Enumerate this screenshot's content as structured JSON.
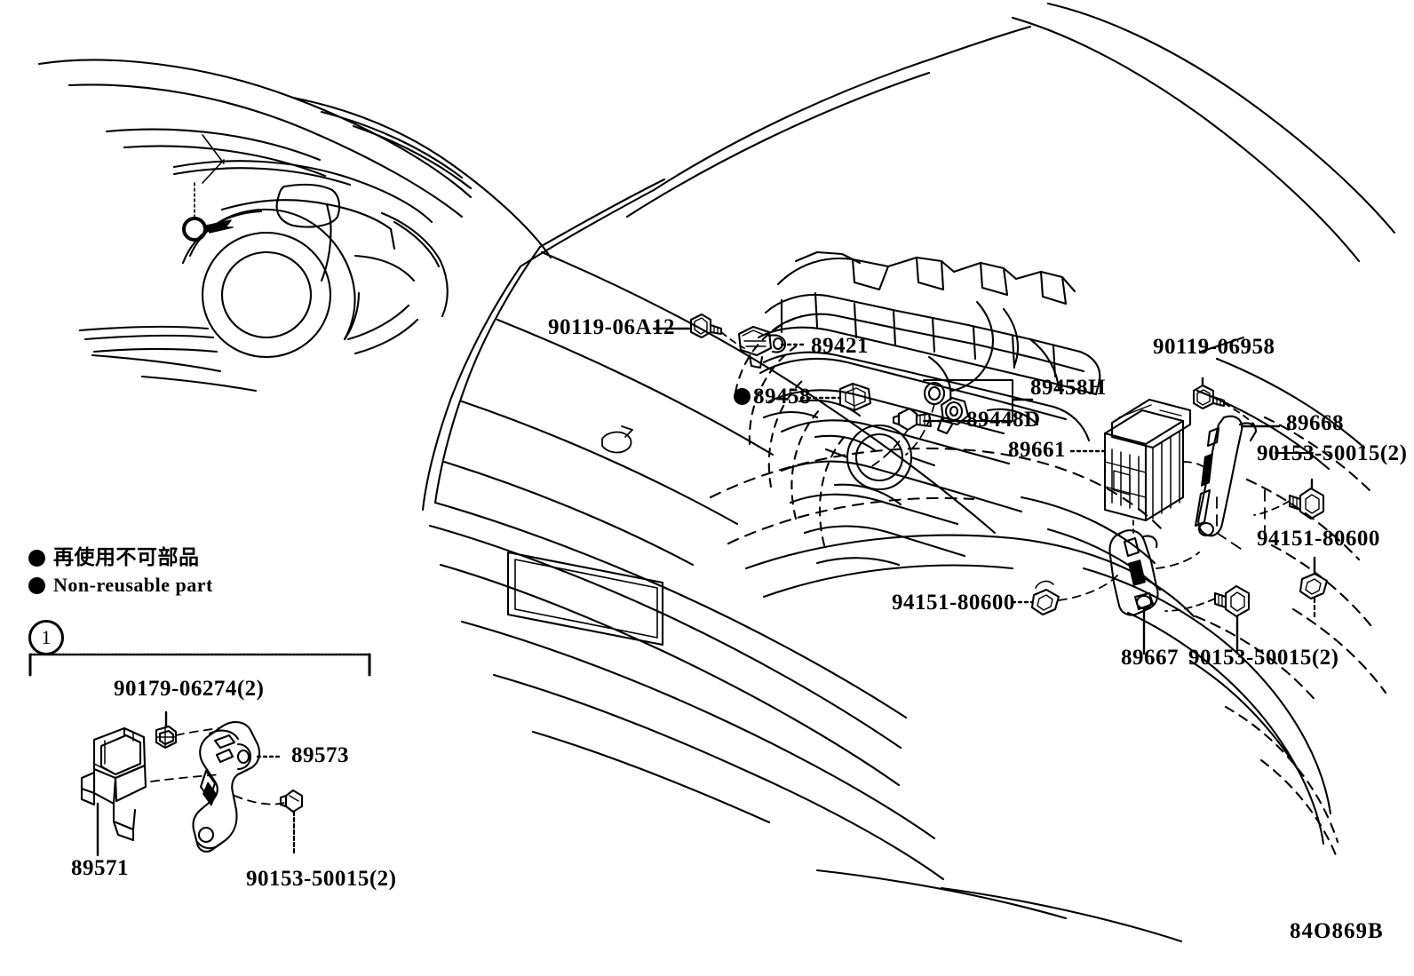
{
  "diagram": {
    "code": "84O869B",
    "legend": {
      "japanese": "再使用不可部品",
      "english": "Non-reusable part"
    },
    "callout_number": "1"
  },
  "labels": {
    "bolt_a12": "90119-06A12",
    "sensor_89421": "89421",
    "gasket_89458": "89458",
    "sensor_89458h": "89458H",
    "sensor_89448d": "89448D",
    "computer_89661": "89661",
    "bolt_06958": "90119-06958",
    "bracket_89668": "89668",
    "bolt_50015_upper": "90153-50015(2)",
    "nut_80600_right": "94151-80600",
    "nut_80600_left": "94151-80600",
    "bracket_89667": "89667",
    "bolt_50015_lower": "90153-50015(2)",
    "nut_06274": "90179-06274(2)",
    "bracket_89573": "89573",
    "sensor_89571": "89571",
    "bolt_50015_inset": "90153-50015(2)"
  }
}
